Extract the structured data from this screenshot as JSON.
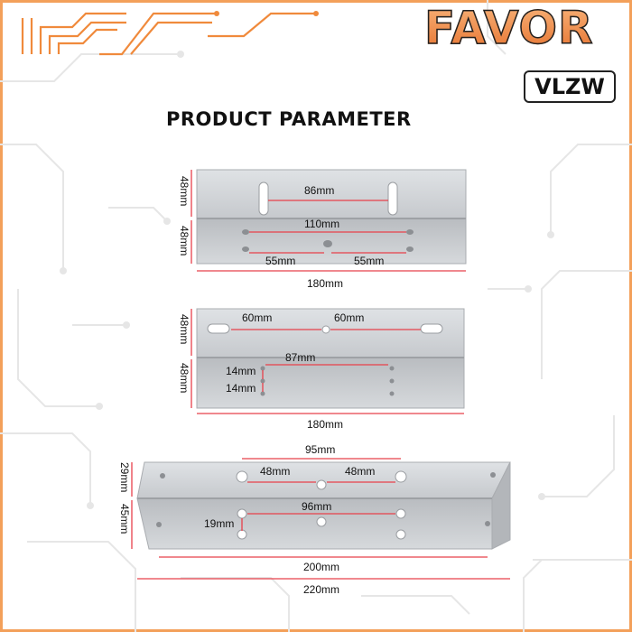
{
  "brand": {
    "logo_text": "FAVOR",
    "model": "VLZW"
  },
  "title": "PRODUCT PARAMETER",
  "bracket1": {
    "top_height": "48mm",
    "bottom_height": "48mm",
    "slot_spacing": "86mm",
    "hole_spacing": "110mm",
    "left_half": "55mm",
    "right_half": "55mm",
    "length": "180mm"
  },
  "bracket2": {
    "top_height": "48mm",
    "bottom_height": "48mm",
    "left_spacing": "60mm",
    "right_spacing": "60mm",
    "hole_offset": "87mm",
    "gap_top": "14mm",
    "gap_bottom": "14mm",
    "length": "180mm"
  },
  "bracket3": {
    "top_height": "29mm",
    "bottom_height": "45mm",
    "top_span": "95mm",
    "left_half": "48mm",
    "right_half": "48mm",
    "hole_span": "96mm",
    "vertical_gap": "19mm",
    "hole_length": "200mm",
    "length": "220mm"
  },
  "colors": {
    "accent": "#f3a05a",
    "dimension_line": "#e8404a",
    "metal": "#c9ccd0"
  }
}
